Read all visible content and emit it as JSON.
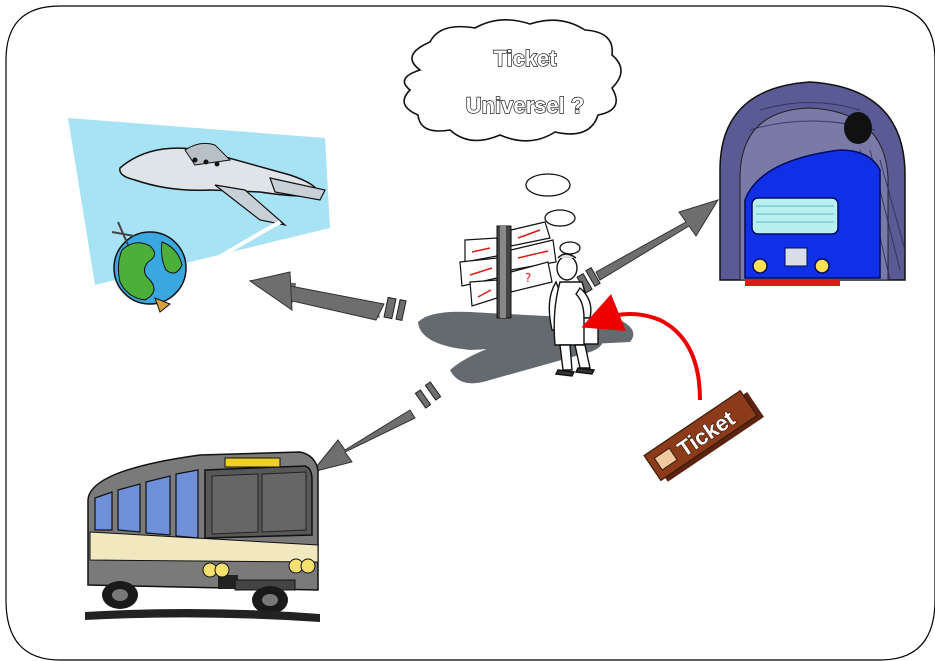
{
  "thought_bubble": {
    "line1": "Ticket",
    "line2": "Universel ?"
  },
  "ticket": {
    "label": "Ticket"
  },
  "icons": [
    "airplane-globe-icon",
    "tunnel-train-icon",
    "bus-icon",
    "signpost-icon",
    "traveler-icon",
    "ticket-icon"
  ],
  "colors": {
    "arrow_gray": "#6b6b6b",
    "arrow_dark": "#3a3a3a",
    "red_arrow": "#ee0000",
    "sky_blue": "#a8e2f5",
    "train_blue": "#1030e8",
    "tunnel_purple": "#5a5a94",
    "ticket_brown": "#8b3a1a",
    "bus_cream": "#f2e8c0",
    "frame": "#000000"
  }
}
